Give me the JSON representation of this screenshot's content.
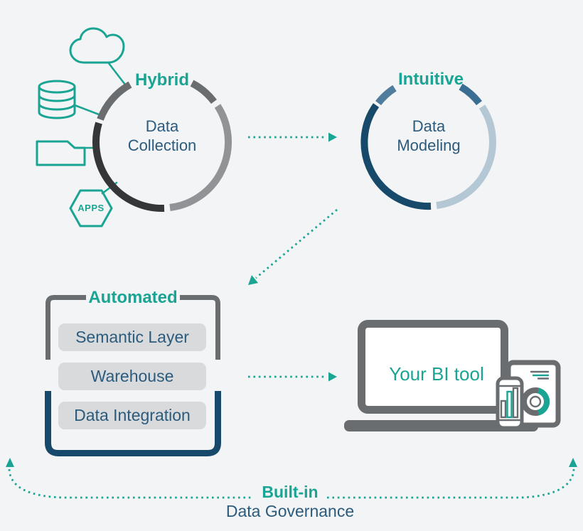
{
  "palette": {
    "background": "#f3f4f5",
    "teal": "#1aa493",
    "navy": "#2b5b7d",
    "navy_dark": "#17496b",
    "charcoal": "#353638",
    "gray_mid": "#6a6d70",
    "gray_light": "#919396",
    "steel_blue": "#507d9e",
    "steel_blue_dark": "#3a6e92",
    "blue_light": "#b4c7d5",
    "box_fill": "#d8dadc"
  },
  "collection": {
    "tag": "Hybrid",
    "title": [
      "Data",
      "Collection"
    ],
    "apps_label": "APPS",
    "source_icons": [
      "cloud-icon",
      "database-icon",
      "folder-icon",
      "apps-hexagon-icon"
    ]
  },
  "modeling": {
    "tag": "Intuitive",
    "title": [
      "Data",
      "Modeling"
    ]
  },
  "stack": {
    "tag": "Automated",
    "layers": [
      "Semantic Layer",
      "Warehouse",
      "Data Integration"
    ]
  },
  "bi_tool": {
    "label": "Your BI tool",
    "device_icons": [
      "laptop-icon",
      "tablet-icon",
      "phone-icon",
      "donut-chart-icon",
      "bar-chart-icon"
    ]
  },
  "governance": {
    "tag": "Built-in",
    "label": "Data Governance"
  }
}
